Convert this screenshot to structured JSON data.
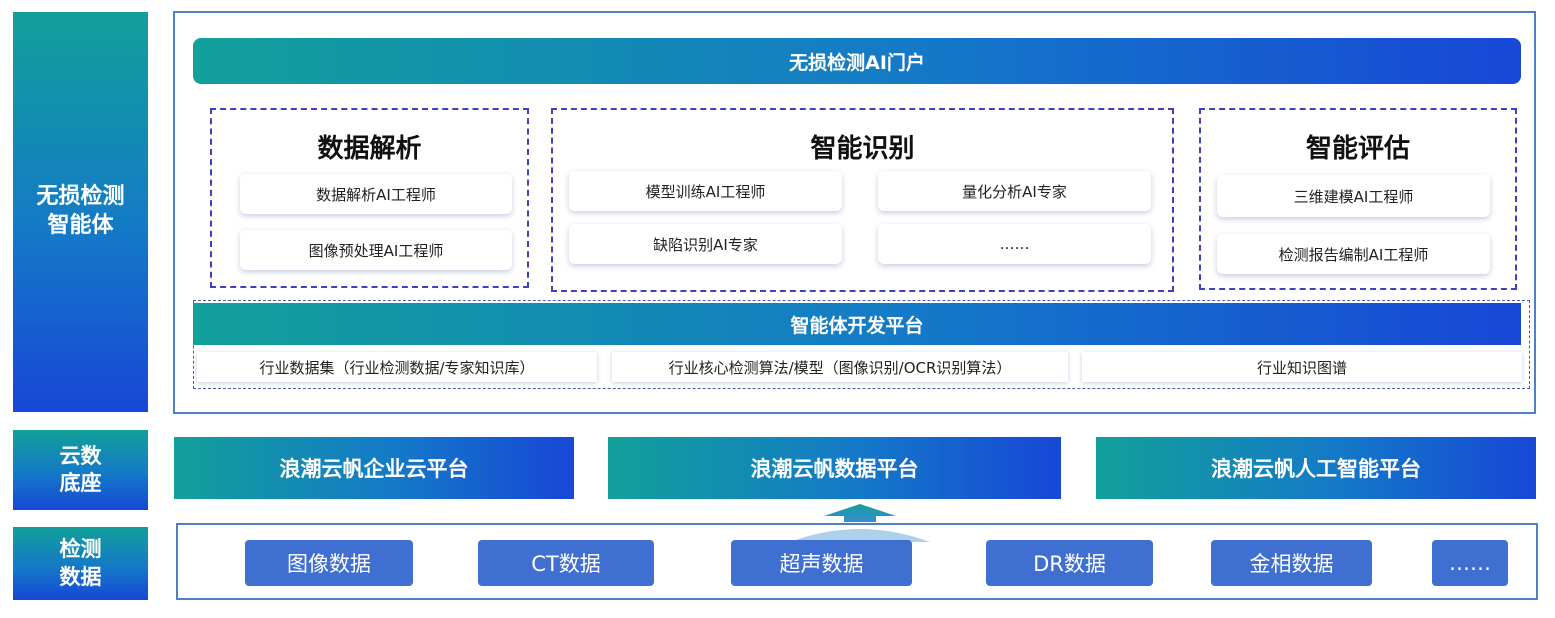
{
  "colors": {
    "teal": "#12a09a",
    "blue": "#1747d6",
    "chip": "#3f6fd0",
    "dash": "#3f3fc4"
  },
  "side": {
    "agent": "无损检测\n智能体",
    "cloud": "云数\n底座",
    "data": "检测\n数据"
  },
  "portal": "无损检测AI门户",
  "parse": {
    "title": "数据解析",
    "items": [
      "数据解析AI工程师",
      "图像预处理AI工程师"
    ]
  },
  "recog": {
    "title": "智能识别",
    "items": [
      "模型训练AI工程师",
      "量化分析AI专家",
      "缺陷识别AI专家",
      "……"
    ]
  },
  "eval": {
    "title": "智能评估",
    "items": [
      "三维建模AI工程师",
      "检测报告编制AI工程师"
    ]
  },
  "dev": {
    "title": "智能体开发平台",
    "items": [
      "行业数据集（行业检测数据/专家知识库）",
      "行业核心检测算法/模型（图像识别/OCR识别算法）",
      "行业知识图谱"
    ]
  },
  "cloud": [
    "浪潮云帆企业云平台",
    "浪潮云帆数据平台",
    "浪潮云帆人工智能平台"
  ],
  "data": [
    "图像数据",
    "CT数据",
    "超声数据",
    "DR数据",
    "金相数据",
    "……"
  ]
}
